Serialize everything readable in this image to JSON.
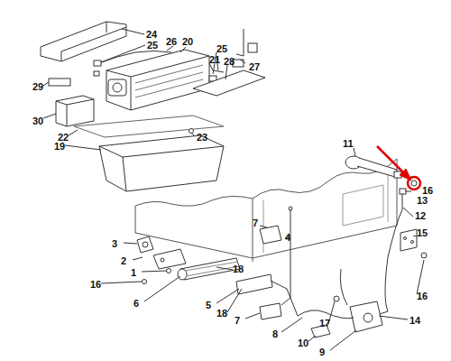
{
  "diagram": {
    "labels": [
      "24",
      "25",
      "26",
      "20",
      "25",
      "21",
      "29",
      "28",
      "27",
      "30",
      "22",
      "23",
      "19",
      "11",
      "16",
      "13",
      "12",
      "15",
      "16",
      "7",
      "4",
      "3",
      "2",
      "1",
      "16",
      "18",
      "6",
      "5",
      "18",
      "7",
      "14",
      "17",
      "8",
      "10",
      "9"
    ]
  }
}
